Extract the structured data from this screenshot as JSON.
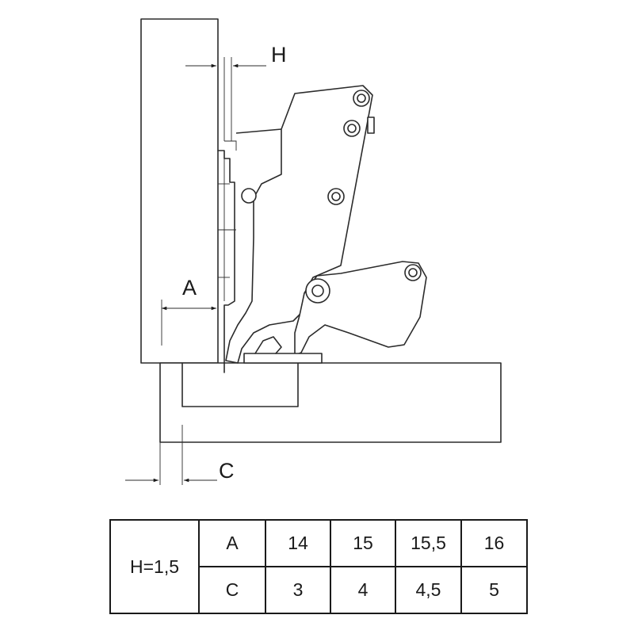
{
  "labels": {
    "h": "H",
    "a": "A",
    "c": "C"
  },
  "table": {
    "header": "H=1,5",
    "rows": [
      {
        "key": "A",
        "values": [
          "14",
          "15",
          "15,5",
          "16"
        ]
      },
      {
        "key": "C",
        "values": [
          "3",
          "4",
          "4,5",
          "5"
        ]
      }
    ]
  }
}
